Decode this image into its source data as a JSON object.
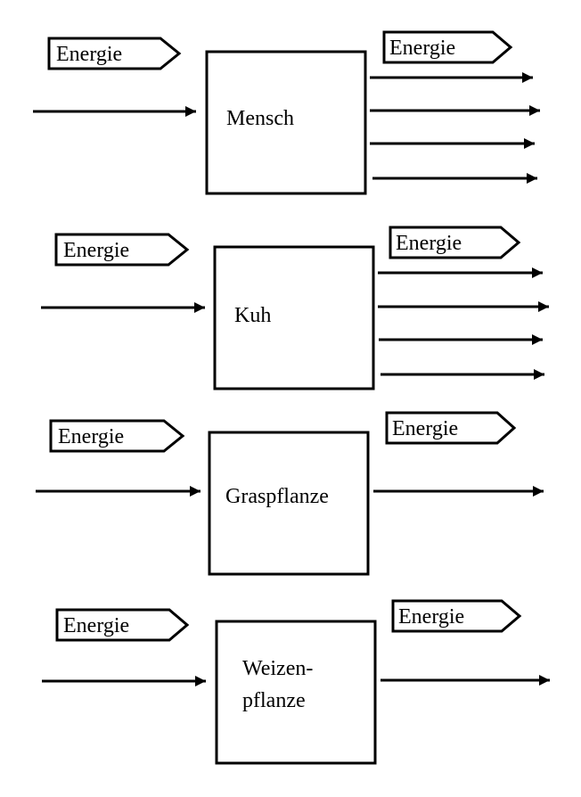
{
  "colors": {
    "stroke": "#000000",
    "background": "#ffffff"
  },
  "blocks": [
    {
      "name": "mensch",
      "box_label": [
        "Mensch"
      ],
      "input_tag": "Energie",
      "output_tag": "Energie",
      "input_arrows": 1,
      "output_arrows": 4
    },
    {
      "name": "kuh",
      "box_label": [
        "Kuh"
      ],
      "input_tag": "Energie",
      "output_tag": "Energie",
      "input_arrows": 1,
      "output_arrows": 4
    },
    {
      "name": "graspflanze",
      "box_label": [
        "Graspflanze"
      ],
      "input_tag": "Energie",
      "output_tag": "Energie",
      "input_arrows": 1,
      "output_arrows": 1
    },
    {
      "name": "weizenpflanze",
      "box_label": [
        "Weizen-",
        "pflanze"
      ],
      "input_tag": "Energie",
      "output_tag": "Energie",
      "input_arrows": 1,
      "output_arrows": 1
    }
  ]
}
